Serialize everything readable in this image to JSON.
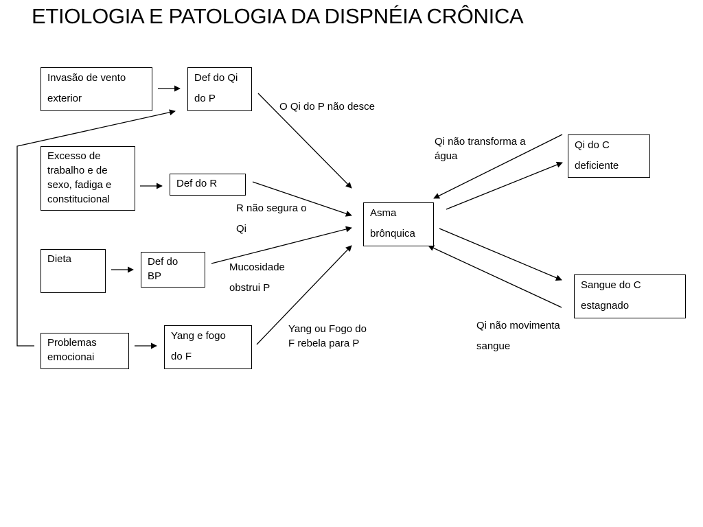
{
  "title": "ETIOLOGIA E PATOLOGIA DA DISPNÉIA CRÔNICA",
  "nodes": {
    "invasao": [
      "Invasão de vento",
      "exterior"
    ],
    "excesso": [
      "Excesso de",
      "trabalho e de",
      "sexo, fadiga e",
      "constitucional"
    ],
    "dieta": [
      "Dieta"
    ],
    "problemas": [
      "Problemas",
      "emocionai"
    ],
    "def_qi_p": [
      "Def do Qi",
      "do P"
    ],
    "def_r": [
      "Def do R"
    ],
    "def_bp": [
      "Def do",
      "BP"
    ],
    "yang_fogo": [
      "Yang e fogo",
      "do F"
    ],
    "asma": [
      "Asma",
      "brônquica"
    ],
    "qi_c": [
      "Qi do C",
      "deficiente"
    ],
    "sangue_c": [
      "Sangue do C",
      "estagnado"
    ]
  },
  "edge_labels": {
    "qi_p_nao_desce": [
      "O Qi do P não desce"
    ],
    "r_nao_segura": [
      "R não segura o",
      "Qi"
    ],
    "mucosidade": [
      "Mucosidade",
      "obstrui P"
    ],
    "yang_fogo_rebela": [
      "Yang ou Fogo do",
      "F rebela para P"
    ],
    "qi_nao_transforma": [
      "Qi não transforma a",
      "água"
    ],
    "qi_nao_movimenta": [
      "Qi não movimenta",
      "sangue"
    ]
  }
}
